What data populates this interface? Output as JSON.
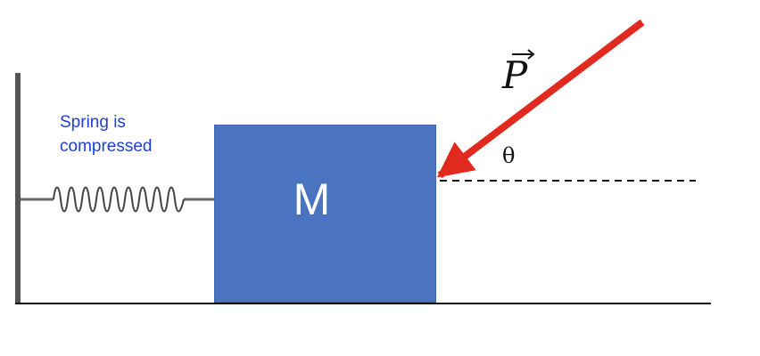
{
  "spring": {
    "label_line1": "Spring is",
    "label_line2": "compressed"
  },
  "block": {
    "label": "M"
  },
  "force": {
    "symbol": "P"
  },
  "angle": {
    "symbol": "θ"
  },
  "colors": {
    "block_fill": "#4a73c0",
    "force_arrow": "#e0291f",
    "spring_label": "#1f3fd6",
    "wall": "#555555",
    "ground": "#111111"
  }
}
